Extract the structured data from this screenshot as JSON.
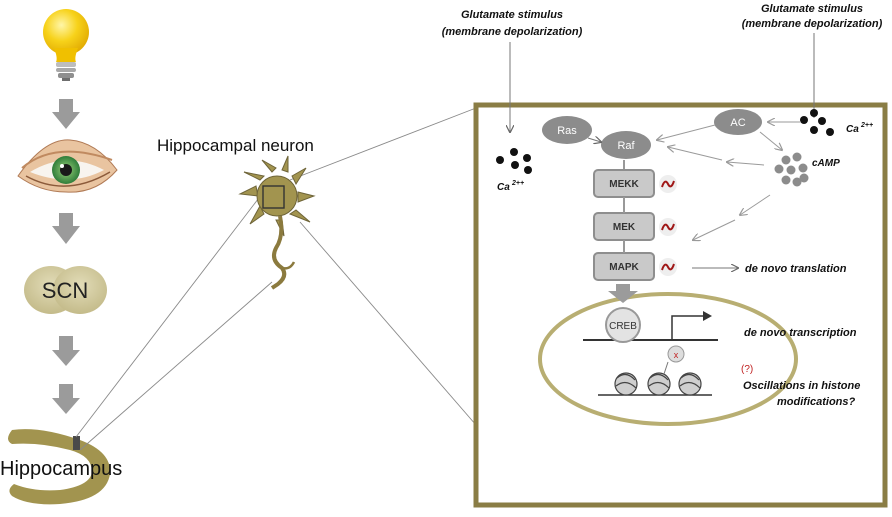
{
  "left_column": {
    "scn_label": "SCN",
    "hippocampus_label": "Hippocampus"
  },
  "neuron": {
    "title": "Hippocampal neuron"
  },
  "stimulus_left": {
    "line1": "Glutamate stimulus",
    "line2": "(membrane depolarization)"
  },
  "stimulus_right": {
    "line1": "Glutamate stimulus",
    "line2": "(membrane depolarization)"
  },
  "signaling": {
    "ras": "Ras",
    "raf": "Raf",
    "ac": "AC",
    "camp": "cAMP",
    "ca_left": "Ca",
    "ca_left_sup": "2++",
    "ca_right": "Ca",
    "ca_right_sup": "2++",
    "mekk": "MEKK",
    "mek": "MEK",
    "mapk": "MAPK",
    "creb": "CREB",
    "x_mark": "x",
    "question": "(?)"
  },
  "outputs": {
    "translation": "de novo translation",
    "transcription": "de novo transcription",
    "histone_line1": "Oscillations in histone",
    "histone_line2": "modifications?"
  },
  "colors": {
    "frame": "#8a7d45",
    "nucleus_stroke": "#b8ae72",
    "organ": "#a2944f",
    "gray_node": "#8c8c8c",
    "arrow": "#9a9a9a",
    "wave": "#a01818",
    "bulb": "#f5c400"
  },
  "icons": [
    "lightbulb-icon",
    "eye-icon",
    "neuron-icon",
    "nucleosome-icon",
    "wave-icon"
  ]
}
